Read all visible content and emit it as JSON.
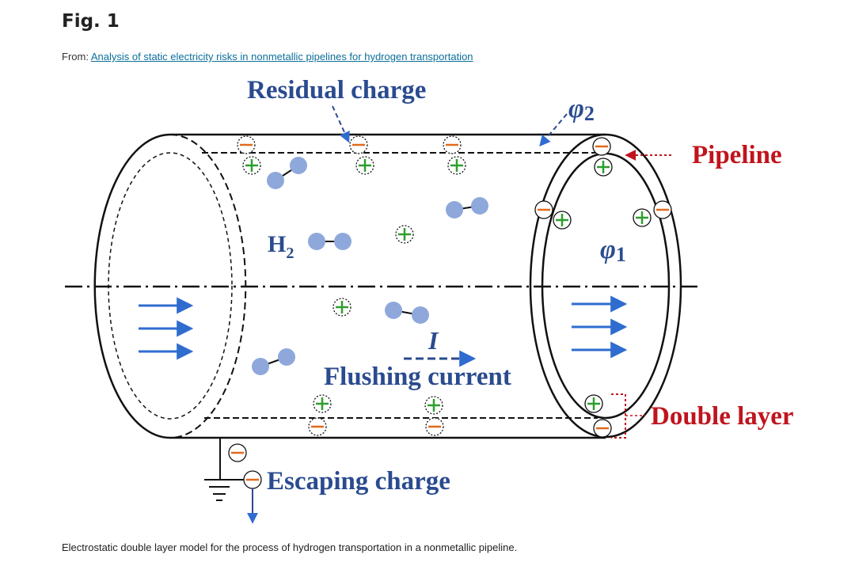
{
  "figure": {
    "label": "Fig. 1",
    "from_prefix": "From:",
    "source_title": "Analysis of static electricity risks in nonmetallic pipelines for hydrogen transportation",
    "caption": "Electrostatic double layer model for the process of hydrogen transportation in a nonmetallic pipeline."
  },
  "diagram": {
    "labels": {
      "residual_charge": "Residual charge",
      "phi2_symbol": "φ",
      "phi2_sub": "2",
      "phi1_symbol": "φ",
      "phi1_sub": "1",
      "pipeline": "Pipeline",
      "h2_symbol": "H",
      "h2_sub": "2",
      "current_symbol": "I",
      "flushing_current": "Flushing current",
      "double_layer": "Double layer",
      "escaping_charge": "Escaping charge"
    },
    "colors": {
      "label_blue": "#2a4b8f",
      "label_red": "#c0141c",
      "arrow_blue": "#2f6ccf",
      "molecule": "#8fa8db",
      "plus_green": "#2f9e2f",
      "minus_orange": "#e26a1c"
    }
  }
}
